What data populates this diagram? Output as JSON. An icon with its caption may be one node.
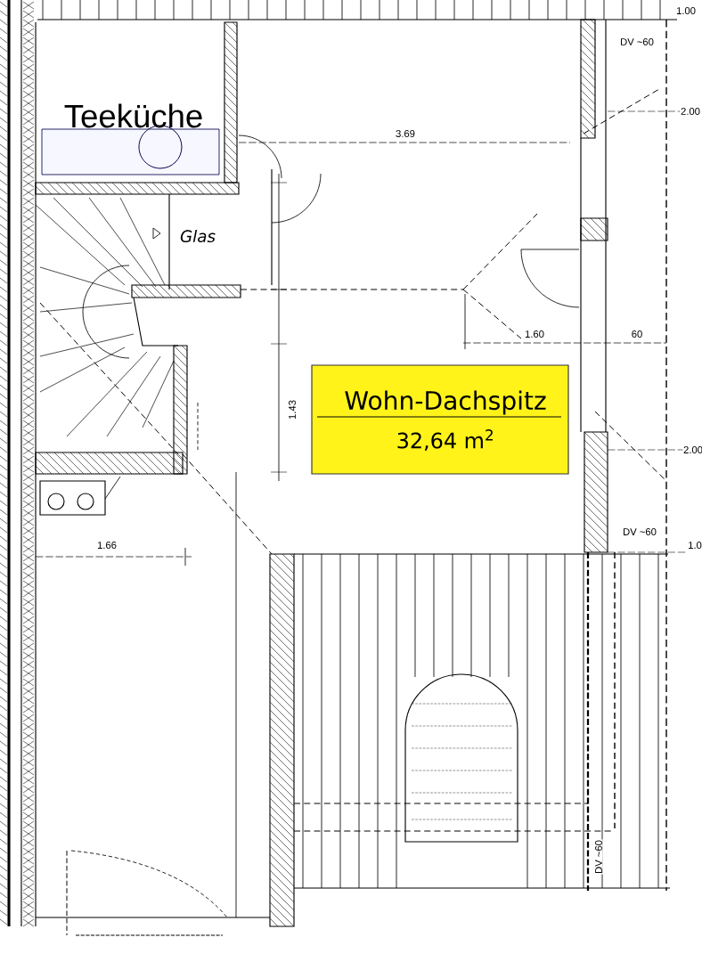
{
  "diagram": {
    "labels": [
      "1.00",
      "DV ~60",
      "Teeküche",
      "2.00",
      "3.69",
      "Glas",
      "1.60",
      "60",
      "Wohn-Dachspitz",
      "32,64 m$^{2}$",
      "1.43",
      "2.00",
      "DV ~60",
      "1.0",
      "1.66",
      "DV ~60"
    ]
  }
}
